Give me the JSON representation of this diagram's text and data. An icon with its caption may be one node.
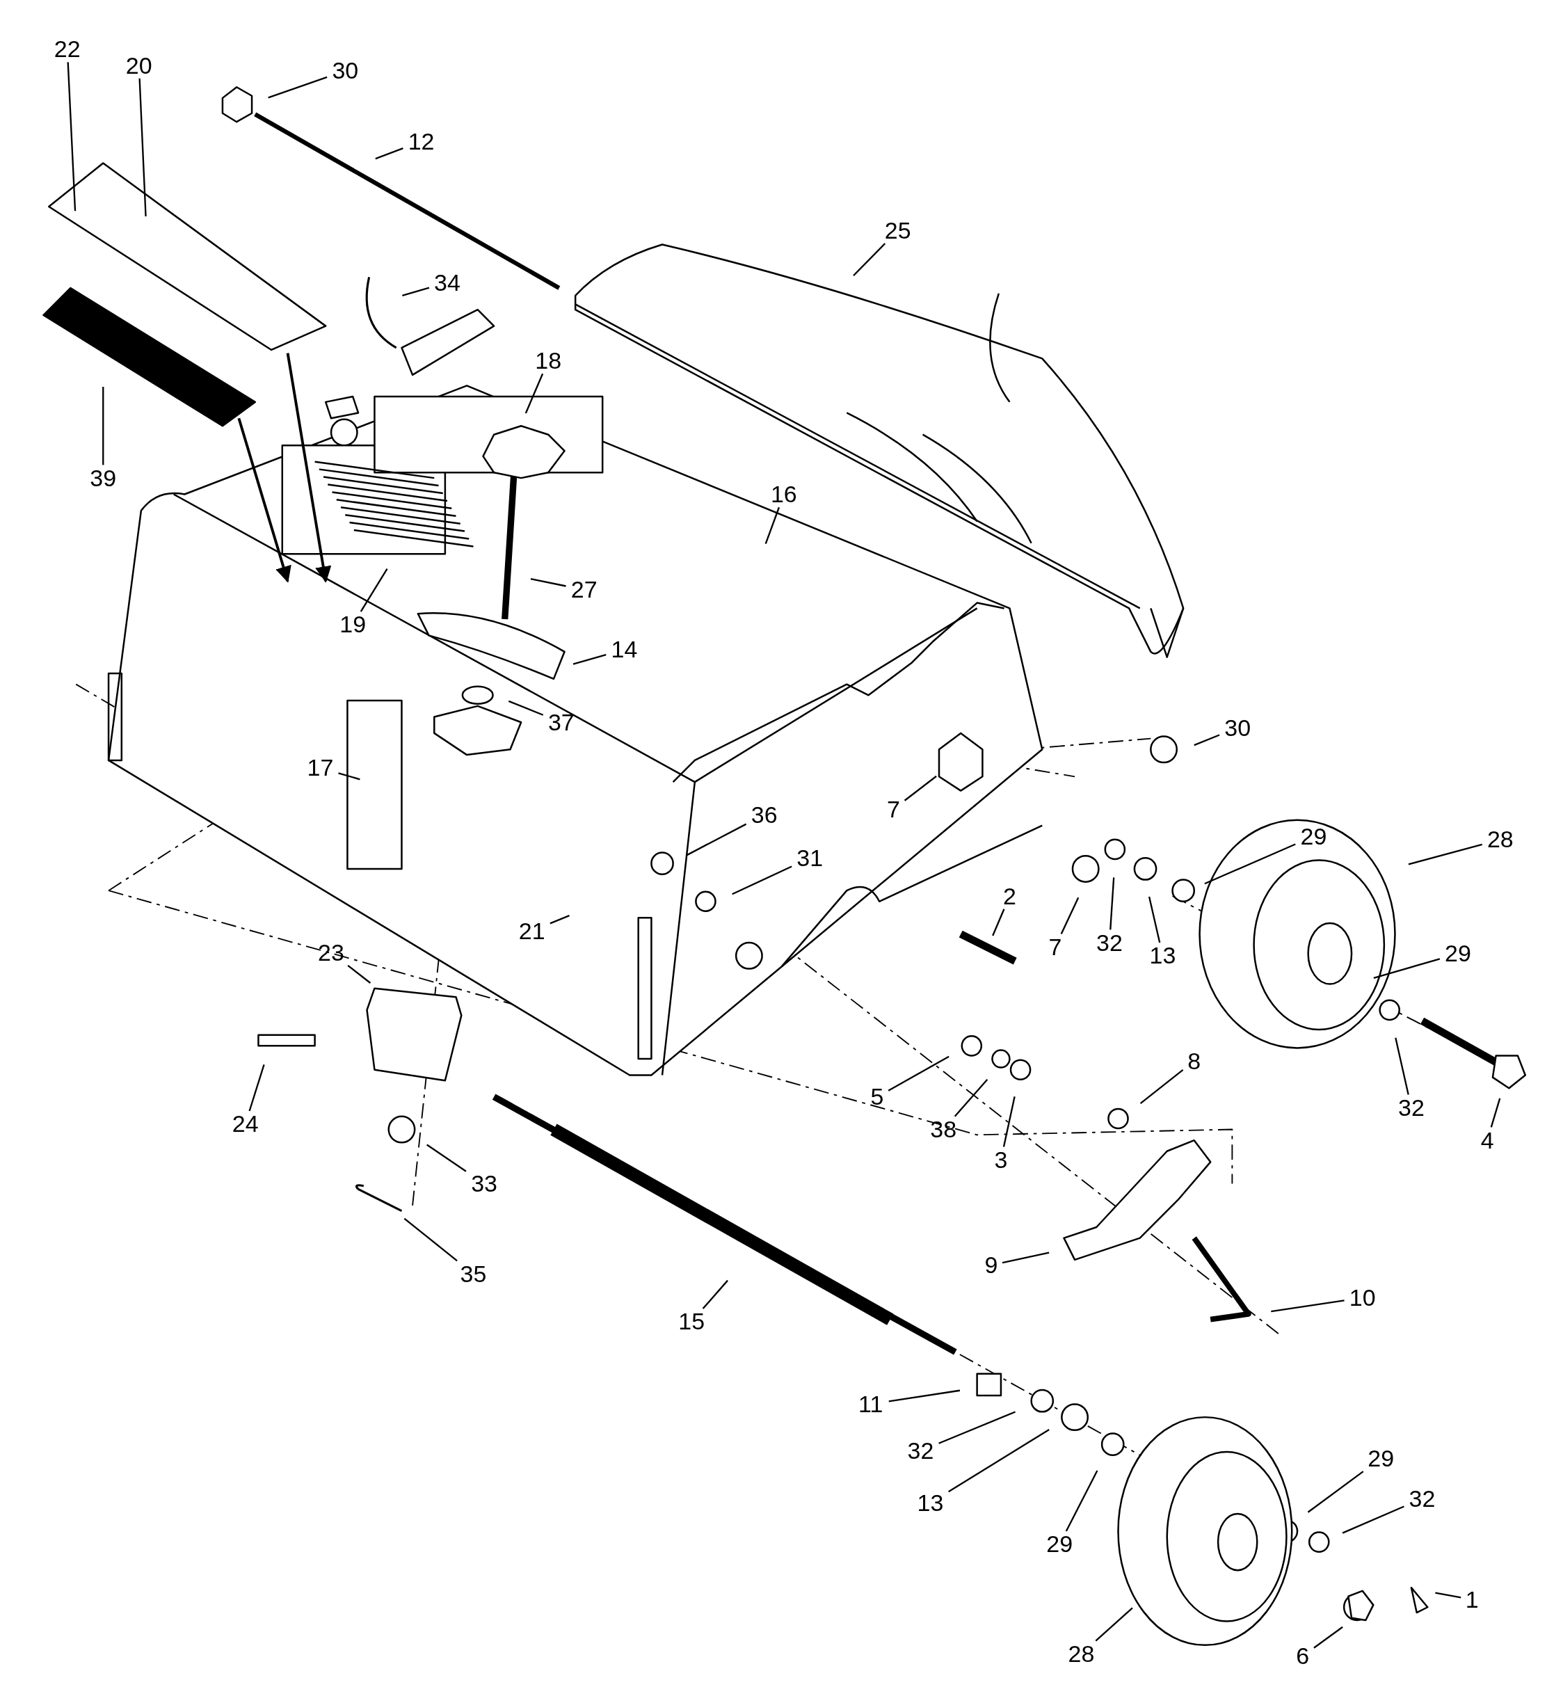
{
  "diagram": {
    "nodes": [
      {
        "text": [
          "22"
        ]
      },
      {
        "text": [
          "20"
        ]
      },
      {
        "text": [
          "30"
        ]
      },
      {
        "text": [
          "12"
        ]
      },
      {
        "text": [
          "25"
        ]
      },
      {
        "text": [
          "34"
        ]
      },
      {
        "text": [
          "18"
        ]
      },
      {
        "text": [
          "39"
        ]
      },
      {
        "text": [
          "16"
        ]
      },
      {
        "text": [
          "27"
        ]
      },
      {
        "text": [
          "19"
        ]
      },
      {
        "text": [
          "14"
        ]
      },
      {
        "text": [
          "37"
        ]
      },
      {
        "text": [
          "30"
        ]
      },
      {
        "text": [
          "17"
        ]
      },
      {
        "text": [
          "7"
        ]
      },
      {
        "text": [
          "36"
        ]
      },
      {
        "text": [
          "29"
        ]
      },
      {
        "text": [
          "28"
        ]
      },
      {
        "text": [
          "31"
        ]
      },
      {
        "text": [
          "2"
        ]
      },
      {
        "text": [
          "21"
        ]
      },
      {
        "text": [
          "7"
        ]
      },
      {
        "text": [
          "32"
        ]
      },
      {
        "text": [
          "13"
        ]
      },
      {
        "text": [
          "23"
        ]
      },
      {
        "text": [
          "29"
        ]
      },
      {
        "text": [
          "8"
        ]
      },
      {
        "text": [
          "5"
        ]
      },
      {
        "text": [
          "32"
        ]
      },
      {
        "text": [
          "24"
        ]
      },
      {
        "text": [
          "38"
        ]
      },
      {
        "text": [
          "4"
        ]
      },
      {
        "text": [
          "3"
        ]
      },
      {
        "text": [
          "33"
        ]
      },
      {
        "text": [
          "9"
        ]
      },
      {
        "text": [
          "35"
        ]
      },
      {
        "text": [
          "10"
        ]
      },
      {
        "text": [
          "15"
        ]
      },
      {
        "text": [
          "11"
        ]
      },
      {
        "text": [
          "32"
        ]
      },
      {
        "text": [
          "29"
        ]
      },
      {
        "text": [
          "13"
        ]
      },
      {
        "text": [
          "32"
        ]
      },
      {
        "text": [
          "29"
        ]
      },
      {
        "text": [
          "1"
        ]
      },
      {
        "text": [
          "28"
        ]
      },
      {
        "text": [
          "6"
        ]
      }
    ],
    "edges": [
      {
        "from": 0,
        "to": null,
        "arrow": "none"
      },
      {
        "from": 1,
        "to": null,
        "arrow": "none"
      },
      {
        "from": 2,
        "to": null,
        "arrow": "none"
      },
      {
        "from": 3,
        "to": null,
        "arrow": "none"
      },
      {
        "from": 4,
        "to": null,
        "arrow": "none"
      },
      {
        "from": 5,
        "to": null,
        "arrow": "none"
      },
      {
        "from": 6,
        "to": null,
        "arrow": "none"
      },
      {
        "from": 7,
        "to": null,
        "arrow": "none"
      },
      {
        "from": 8,
        "to": null,
        "arrow": "none"
      },
      {
        "from": 9,
        "to": null,
        "arrow": "none"
      },
      {
        "from": 10,
        "to": null,
        "arrow": "none"
      },
      {
        "from": 11,
        "to": null,
        "arrow": "none"
      },
      {
        "from": 12,
        "to": null,
        "arrow": "none"
      },
      {
        "from": 13,
        "to": null,
        "arrow": "none"
      },
      {
        "from": 14,
        "to": null,
        "arrow": "none"
      },
      {
        "from": 15,
        "to": null,
        "arrow": "none"
      },
      {
        "from": 16,
        "to": null,
        "arrow": "none"
      },
      {
        "from": 17,
        "to": null,
        "arrow": "none"
      },
      {
        "from": 18,
        "to": null,
        "arrow": "none"
      },
      {
        "from": 19,
        "to": null,
        "arrow": "none"
      },
      {
        "from": 20,
        "to": null,
        "arrow": "none"
      },
      {
        "from": 21,
        "to": null,
        "arrow": "none"
      },
      {
        "from": 22,
        "to": null,
        "arrow": "none"
      },
      {
        "from": 23,
        "to": null,
        "arrow": "none"
      },
      {
        "from": 24,
        "to": null,
        "arrow": "none"
      },
      {
        "from": 25,
        "to": null,
        "arrow": "none"
      },
      {
        "from": 26,
        "to": null,
        "arrow": "none"
      },
      {
        "from": 27,
        "to": null,
        "arrow": "none"
      },
      {
        "from": 28,
        "to": null,
        "arrow": "none"
      },
      {
        "from": 29,
        "to": null,
        "arrow": "none"
      },
      {
        "from": 30,
        "to": null,
        "arrow": "none"
      },
      {
        "from": 31,
        "to": null,
        "arrow": "none"
      },
      {
        "from": 32,
        "to": null,
        "arrow": "none"
      },
      {
        "from": 33,
        "to": null,
        "arrow": "none"
      },
      {
        "from": 34,
        "to": null,
        "arrow": "none"
      },
      {
        "from": 35,
        "to": null,
        "arrow": "none"
      },
      {
        "from": 36,
        "to": null,
        "arrow": "none"
      },
      {
        "from": 37,
        "to": null,
        "arrow": "none"
      },
      {
        "from": 38,
        "to": null,
        "arrow": "none"
      },
      {
        "from": 39,
        "to": null,
        "arrow": "none"
      },
      {
        "from": 40,
        "to": null,
        "arrow": "none"
      },
      {
        "from": 41,
        "to": null,
        "arrow": "none"
      },
      {
        "from": 42,
        "to": null,
        "arrow": "none"
      },
      {
        "from": 43,
        "to": null,
        "arrow": "none"
      },
      {
        "from": 44,
        "to": null,
        "arrow": "none"
      },
      {
        "from": 45,
        "to": null,
        "arrow": "none"
      },
      {
        "from": 46,
        "to": null,
        "arrow": "none"
      },
      {
        "from": 47,
        "to": null,
        "arrow": "none"
      }
    ]
  }
}
